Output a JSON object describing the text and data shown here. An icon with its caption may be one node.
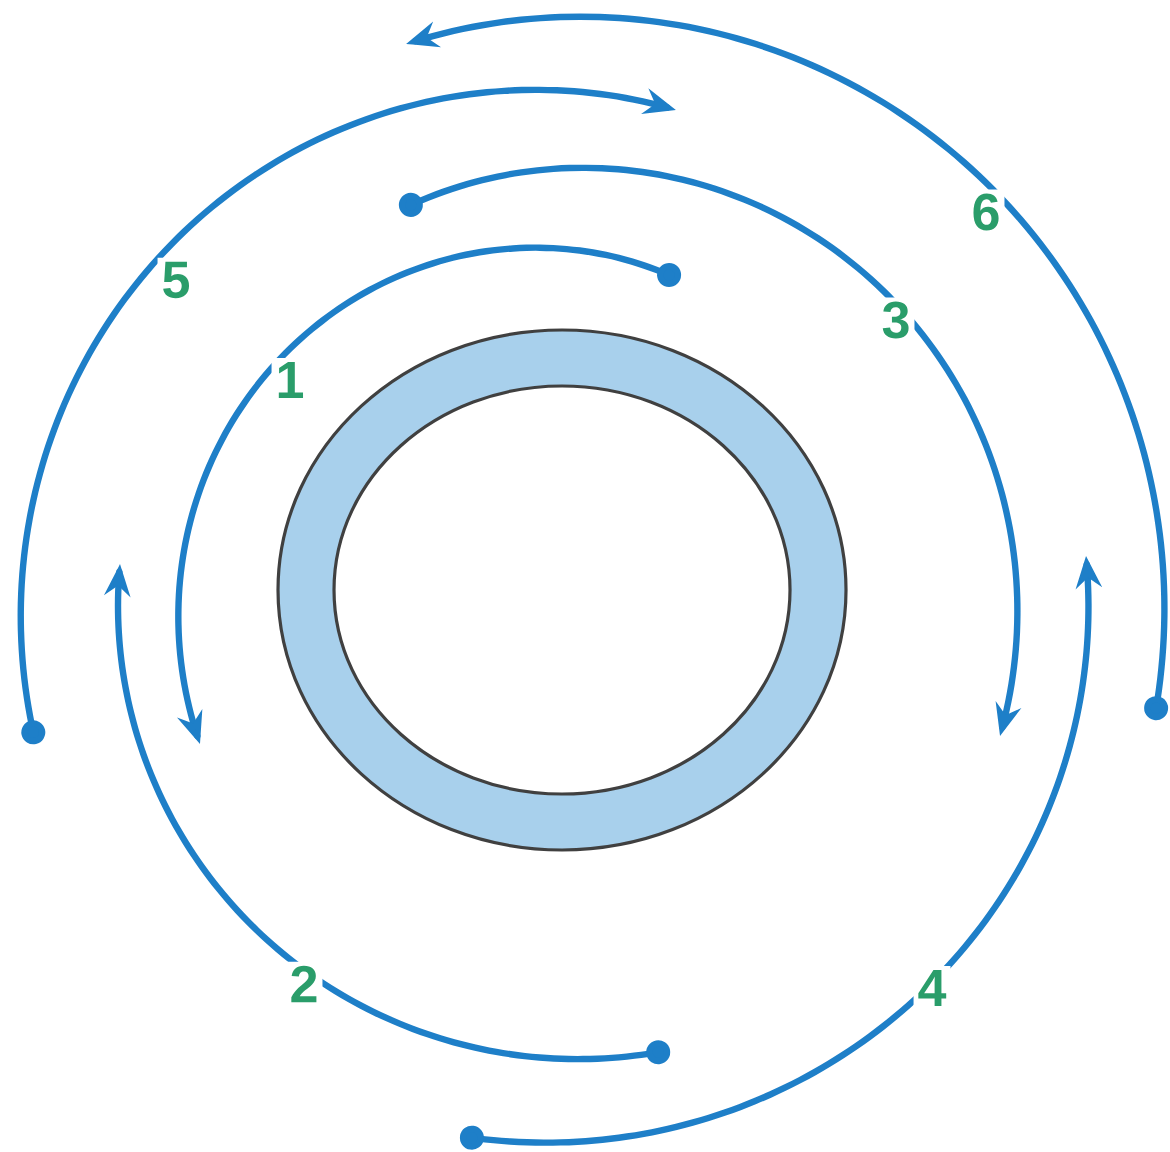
{
  "diagram": {
    "labels": [
      "6",
      "5",
      "3",
      "1",
      "2",
      "4"
    ]
  }
}
